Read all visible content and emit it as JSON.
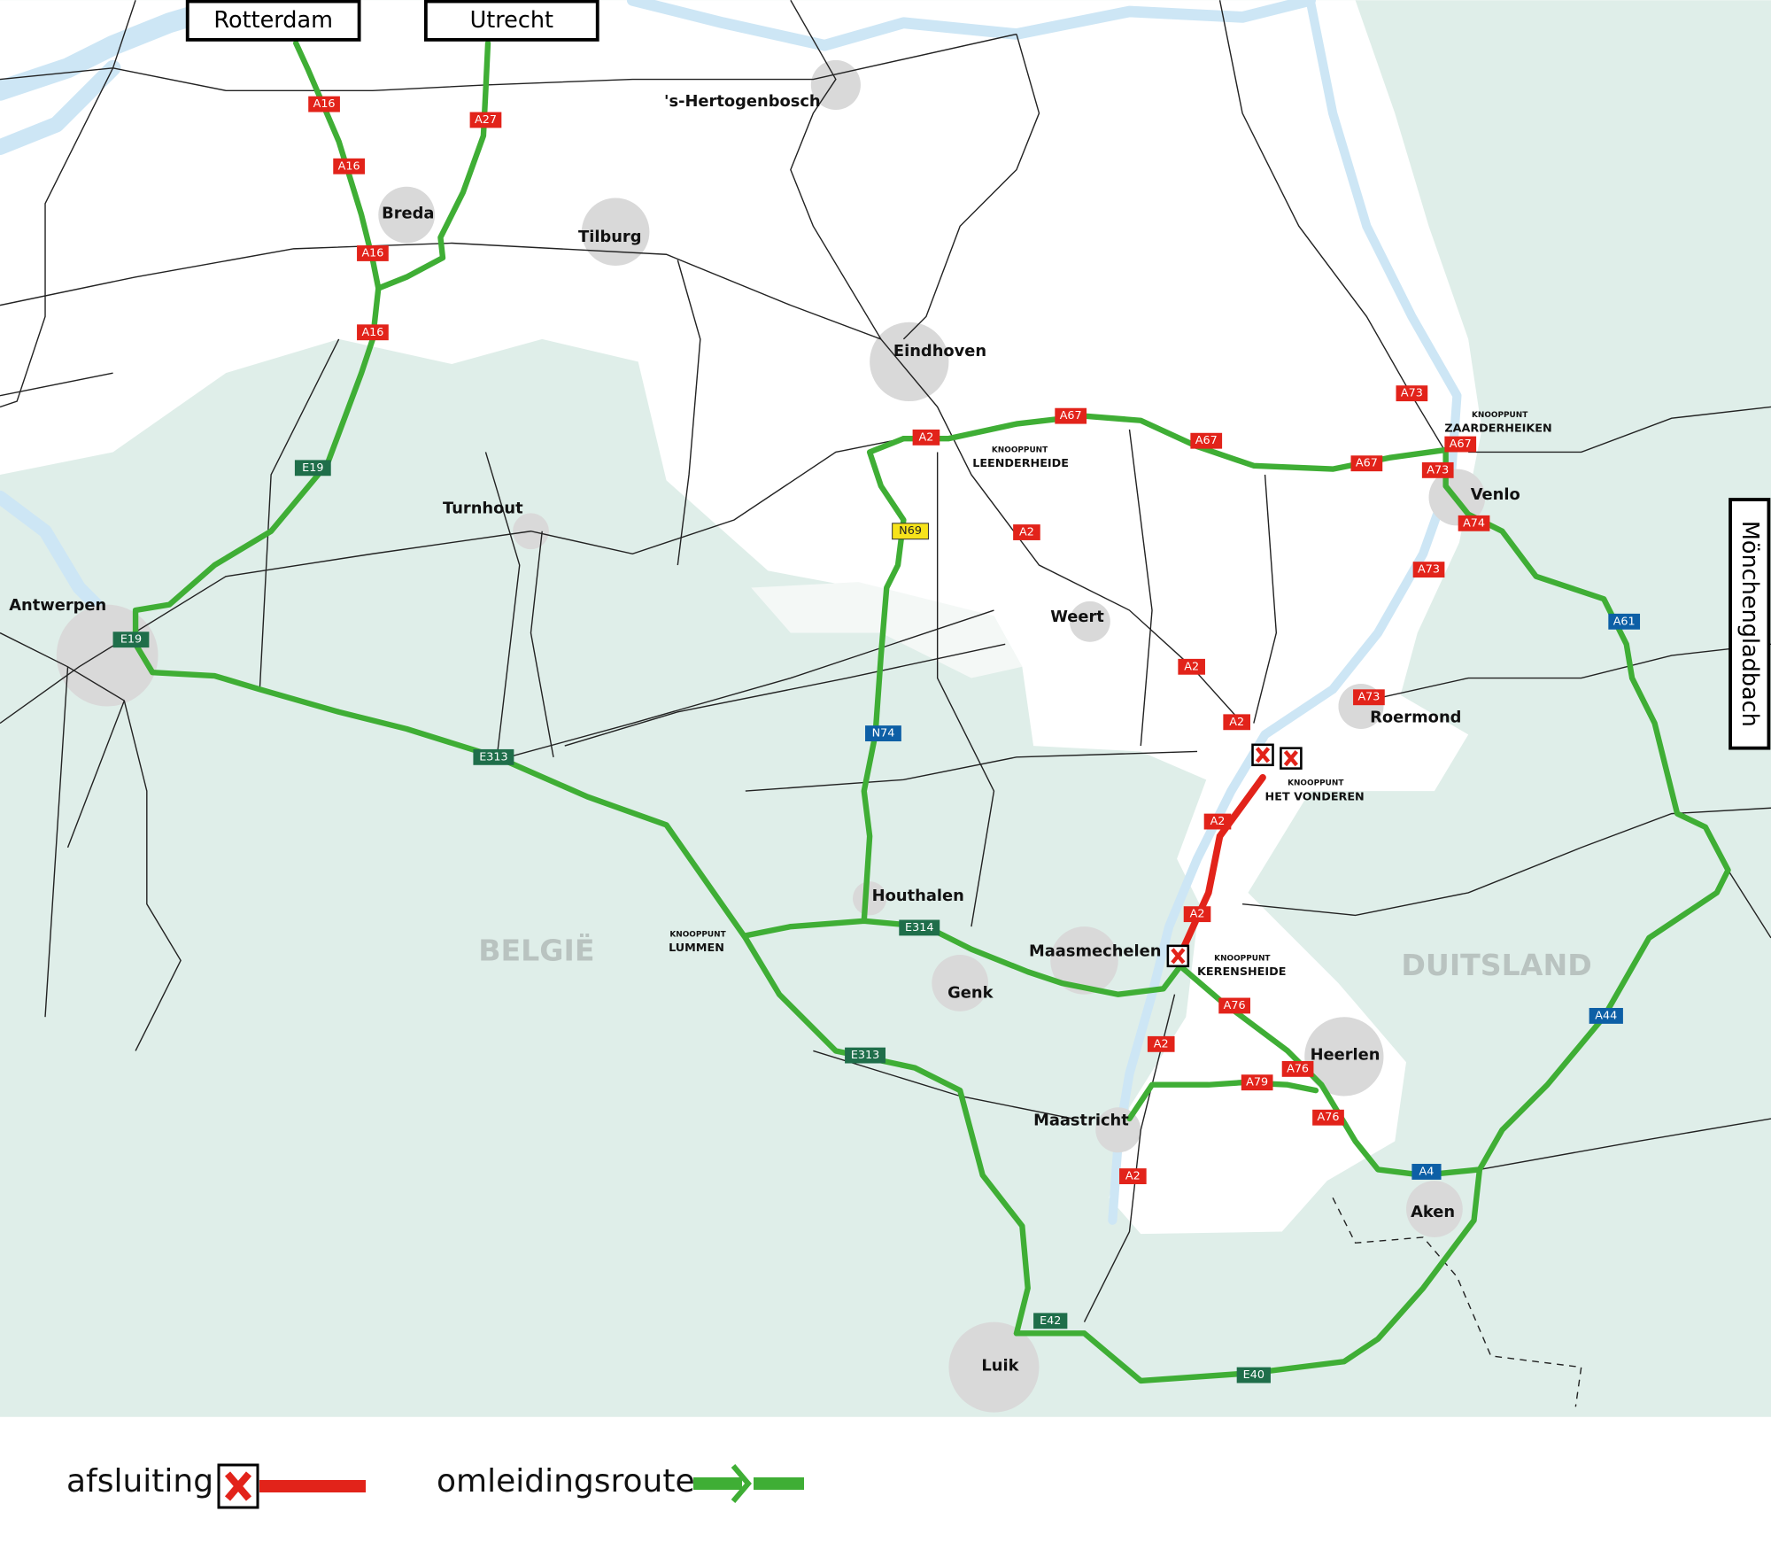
{
  "destinations": {
    "rotterdam": "Rotterdam",
    "utrecht": "Utrecht",
    "monchengladbach": "Mönchengladbach"
  },
  "countries": {
    "belgium": "BELGIË",
    "germany": "DUITSLAND"
  },
  "cities": [
    "'s-Hertogenbosch",
    "Breda",
    "Tilburg",
    "Eindhoven",
    "Turnhout",
    "Antwerpen",
    "Weert",
    "Venlo",
    "Roermond",
    "Houthalen",
    "Maasmechelen",
    "Genk",
    "Heerlen",
    "Maastricht",
    "Aken",
    "Luik"
  ],
  "junctions": {
    "prefix": "KNOOPPUNT",
    "names": [
      "LEENDERHEIDE",
      "ZAARDERHEIKEN",
      "HET VONDEREN",
      "KERENSHEIDE",
      "LUMMEN"
    ]
  },
  "shields": [
    {
      "label": "A16",
      "kind": "red"
    },
    {
      "label": "A16",
      "kind": "red"
    },
    {
      "label": "A16",
      "kind": "red"
    },
    {
      "label": "A16",
      "kind": "red"
    },
    {
      "label": "A27",
      "kind": "red"
    },
    {
      "label": "E19",
      "kind": "green"
    },
    {
      "label": "E19",
      "kind": "green"
    },
    {
      "label": "E313",
      "kind": "green"
    },
    {
      "label": "E313",
      "kind": "green"
    },
    {
      "label": "E314",
      "kind": "green"
    },
    {
      "label": "N74",
      "kind": "blue"
    },
    {
      "label": "N69",
      "kind": "yellow"
    },
    {
      "label": "A2",
      "kind": "red"
    },
    {
      "label": "A67",
      "kind": "red"
    },
    {
      "label": "A67",
      "kind": "red"
    },
    {
      "label": "A67",
      "kind": "red"
    },
    {
      "label": "A67",
      "kind": "red"
    },
    {
      "label": "A73",
      "kind": "red"
    },
    {
      "label": "A73",
      "kind": "red"
    },
    {
      "label": "A74",
      "kind": "red"
    },
    {
      "label": "A73",
      "kind": "red"
    },
    {
      "label": "A61",
      "kind": "blue"
    },
    {
      "label": "A2",
      "kind": "red"
    },
    {
      "label": "A2",
      "kind": "red"
    },
    {
      "label": "A2",
      "kind": "red"
    },
    {
      "label": "A73",
      "kind": "red"
    },
    {
      "label": "A2",
      "kind": "red"
    },
    {
      "label": "A2",
      "kind": "red"
    },
    {
      "label": "A76",
      "kind": "red"
    },
    {
      "label": "A2",
      "kind": "red"
    },
    {
      "label": "A76",
      "kind": "red"
    },
    {
      "label": "A79",
      "kind": "red"
    },
    {
      "label": "A76",
      "kind": "red"
    },
    {
      "label": "A2",
      "kind": "red"
    },
    {
      "label": "A4",
      "kind": "blue"
    },
    {
      "label": "A44",
      "kind": "blue"
    },
    {
      "label": "E42",
      "kind": "green"
    },
    {
      "label": "E40",
      "kind": "green"
    }
  ],
  "legend": {
    "closure_label": "afsluiting",
    "detour_label": "omleidingsroute"
  },
  "colors": {
    "closure": "#e2231a",
    "detour": "#3fae35",
    "foreign_land": "#dfeee9",
    "water": "#cde6f5"
  }
}
